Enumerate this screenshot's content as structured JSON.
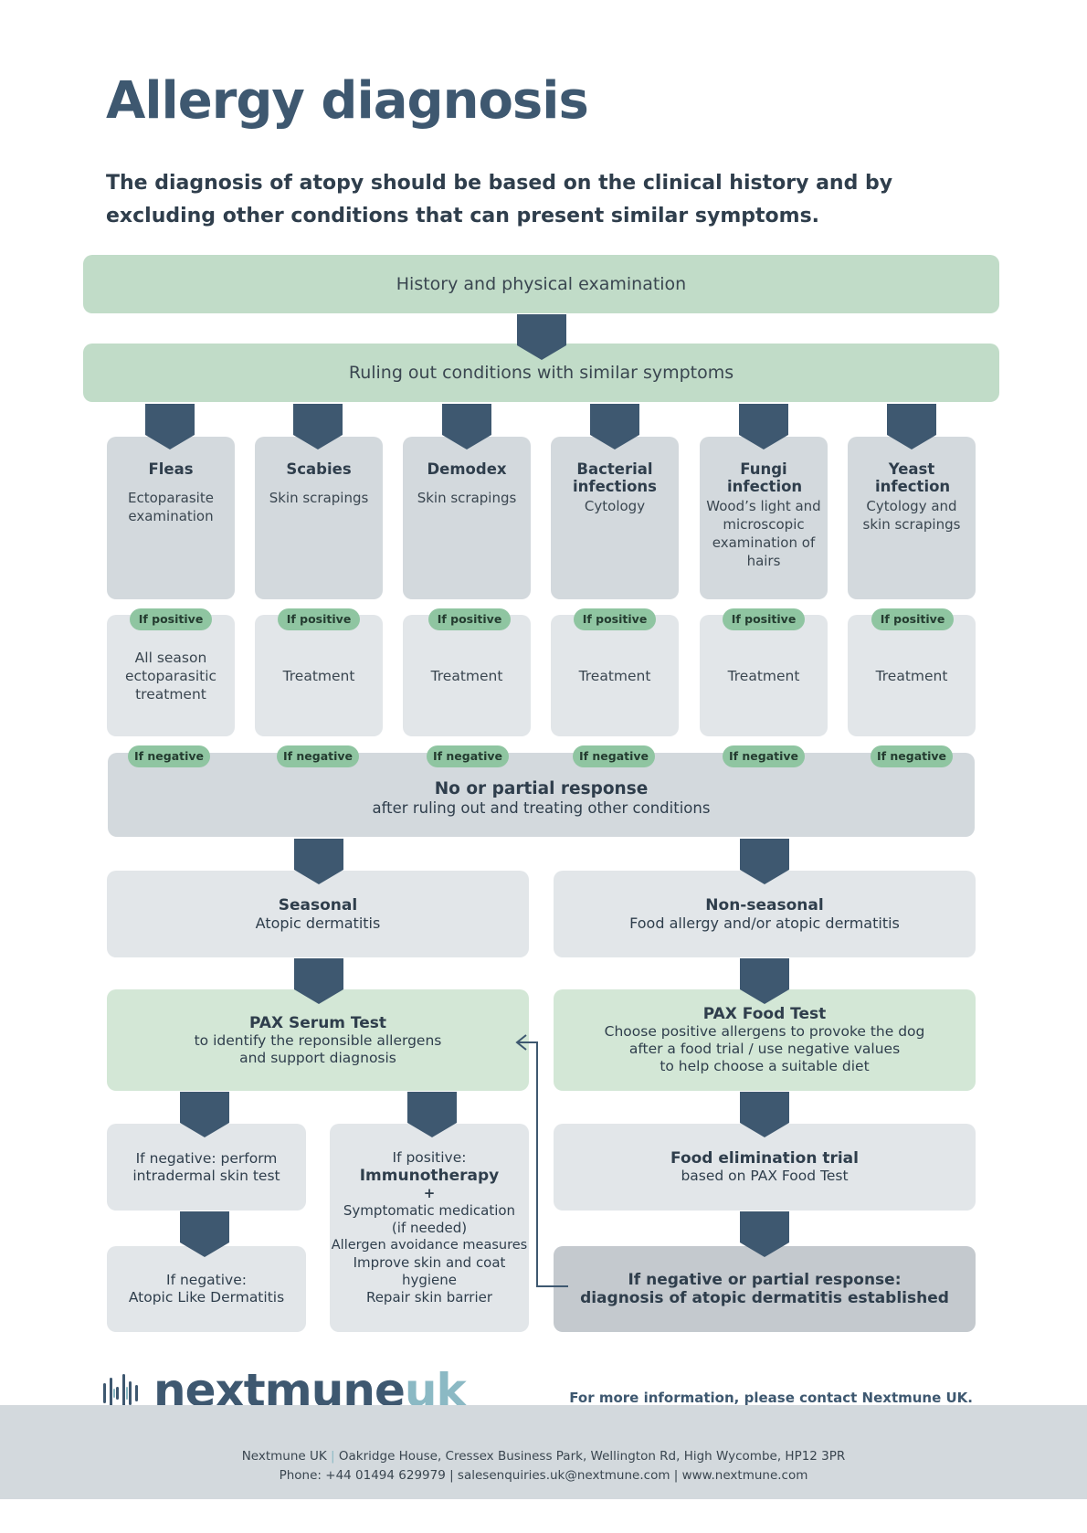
{
  "title": "Allergy diagnosis",
  "subtitle": "The diagnosis of atopy should be based on the clinical history and by excluding other conditions that can present similar symptoms.",
  "colors": {
    "dark_blue": "#3e5870",
    "green_band": "#c1dcc8",
    "pill_green": "#8fc5a1",
    "grey_box": "#d3d9dd",
    "light_grey_box": "#e2e6e9",
    "light_green_box": "#d3e7d6",
    "accent_teal": "#8bb9c4"
  },
  "flow": {
    "history": "History and physical examination",
    "ruling_out": "Ruling out conditions with similar symptoms",
    "conditions": [
      {
        "name": "Fleas",
        "test": "Ectoparasite examination",
        "positive_label": "If positive",
        "positive_result": "All season ectoparasitic treatment",
        "negative_label": "If negative"
      },
      {
        "name": "Scabies",
        "test": "Skin scrapings",
        "positive_label": "If positive",
        "positive_result": "Treatment",
        "negative_label": "If negative"
      },
      {
        "name": "Demodex",
        "test": "Skin scrapings",
        "positive_label": "If positive",
        "positive_result": "Treatment",
        "negative_label": "If negative"
      },
      {
        "name": "Bacterial infections",
        "test": "Cytology",
        "positive_label": "If positive",
        "positive_result": "Treatment",
        "negative_label": "If negative"
      },
      {
        "name": "Fungi infection",
        "test": "Wood’s light and microscopic examination of hairs",
        "positive_label": "If positive",
        "positive_result": "Treatment",
        "negative_label": "If negative"
      },
      {
        "name": "Yeast infection",
        "test": "Cytology and skin scrapings",
        "positive_label": "If positive",
        "positive_result": "Treatment",
        "negative_label": "If negative"
      }
    ],
    "no_response": {
      "title": "No or partial response",
      "subtitle": "after ruling out and treating other conditions"
    },
    "seasonal": {
      "title": "Seasonal",
      "subtitle": "Atopic dermatitis"
    },
    "non_seasonal": {
      "title": "Non-seasonal",
      "subtitle": "Food allergy and/or atopic dermatitis"
    },
    "pax_serum": {
      "title": "PAX Serum Test",
      "line1": "to identify the reponsible allergens",
      "line2": "and support diagnosis"
    },
    "pax_food": {
      "title": "PAX Food Test",
      "line1": "Choose positive allergens to provoke the dog",
      "line2": "after a food trial / use negative values",
      "line3": "to help choose a suitable diet"
    },
    "negative_intradermal": {
      "line1": "If negative: perform",
      "line2": "intradermal skin test"
    },
    "positive_immuno": {
      "intro": "If positive:",
      "title": "Immunotherapy",
      "plus": "+",
      "items": [
        "Symptomatic medication",
        "(if needed)",
        "Allergen avoidance measures",
        "Improve skin and coat",
        "hygiene",
        "Repair skin barrier"
      ]
    },
    "food_trial": {
      "title": "Food elimination trial",
      "subtitle": "based on PAX Food Test"
    },
    "atopic_like": {
      "line1": "If negative:",
      "line2": "Atopic Like Dermatitis"
    },
    "diagnosis": {
      "line1": "If negative or partial response:",
      "line2": "diagnosis of atopic dermatitis established"
    }
  },
  "logo": {
    "part1": "nextmune",
    "part2": "uk"
  },
  "contact": "For more information, please contact Nextmune UK.",
  "footer": {
    "company": "Nextmune UK",
    "separator": "|",
    "address": "Oakridge House, Cressex Business Park, Wellington Rd, High Wycombe, HP12 3PR",
    "contact_line": "Phone: +44 01494 629979 | salesenquiries.uk@nextmune.com | www.nextmune.com"
  }
}
